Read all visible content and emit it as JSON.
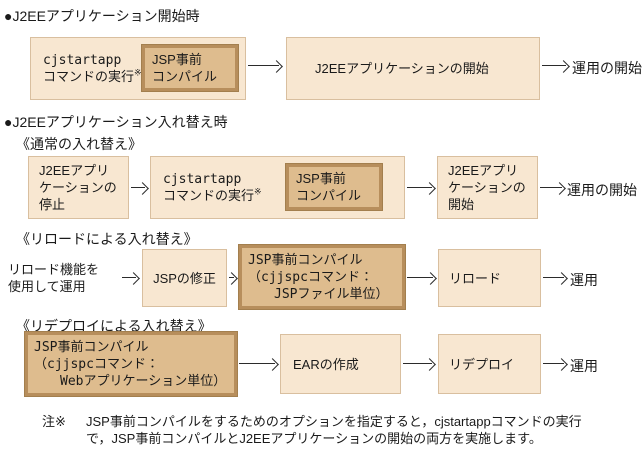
{
  "colors": {
    "box_fill": "#f8e7d1",
    "box_border": "#d9bf9f",
    "highlight_fill": "#debc8e",
    "highlight_border": "#b78e5c",
    "arrow": "#2b2b2b",
    "text": "#1a1a1a"
  },
  "start": {
    "heading": "●J2EEアプリケーション開始時",
    "cmd_box": "cjstartapp\nコマンドの実行",
    "cmd_note_mark": "※",
    "precompile_box": "JSP事前\nコンパイル",
    "app_start_box": "J2EEアプリケーションの開始",
    "result": "運用の開始"
  },
  "replace": {
    "heading": "●J2EEアプリケーション入れ替え時",
    "normal": {
      "subheading": "《通常の入れ替え》",
      "stop_box": "J2EEアプリ\nケーションの\n停止",
      "cmd_box": "cjstartapp\nコマンドの実行",
      "cmd_note_mark": "※",
      "precompile_box": "JSP事前\nコンパイル",
      "start_box": "J2EEアプリ\nケーションの\n開始",
      "result": "運用の開始"
    },
    "reload": {
      "subheading": "《リロードによる入れ替え》",
      "intro": "リロード機能を\n使用して運用",
      "fix_box": "JSPの修正",
      "precompile_box": "JSP事前コンパイル\n（cjjspcコマンド：\n　　JSPファイル単位）",
      "reload_box": "リロード",
      "result": "運用"
    },
    "redeploy": {
      "subheading": "《リデプロイによる入れ替え》",
      "precompile_box": "JSP事前コンパイル\n（cjjspcコマンド：\n　　Webアプリケーション単位）",
      "ear_box": "EARの作成",
      "redeploy_box": "リデプロイ",
      "result": "運用"
    }
  },
  "note": {
    "label": "注※",
    "text": "JSP事前コンパイルをするためのオプションを指定すると，cjstartappコマンドの実行で，JSP事前コンパイルとJ2EEアプリケーションの開始の両方を実施します。"
  }
}
